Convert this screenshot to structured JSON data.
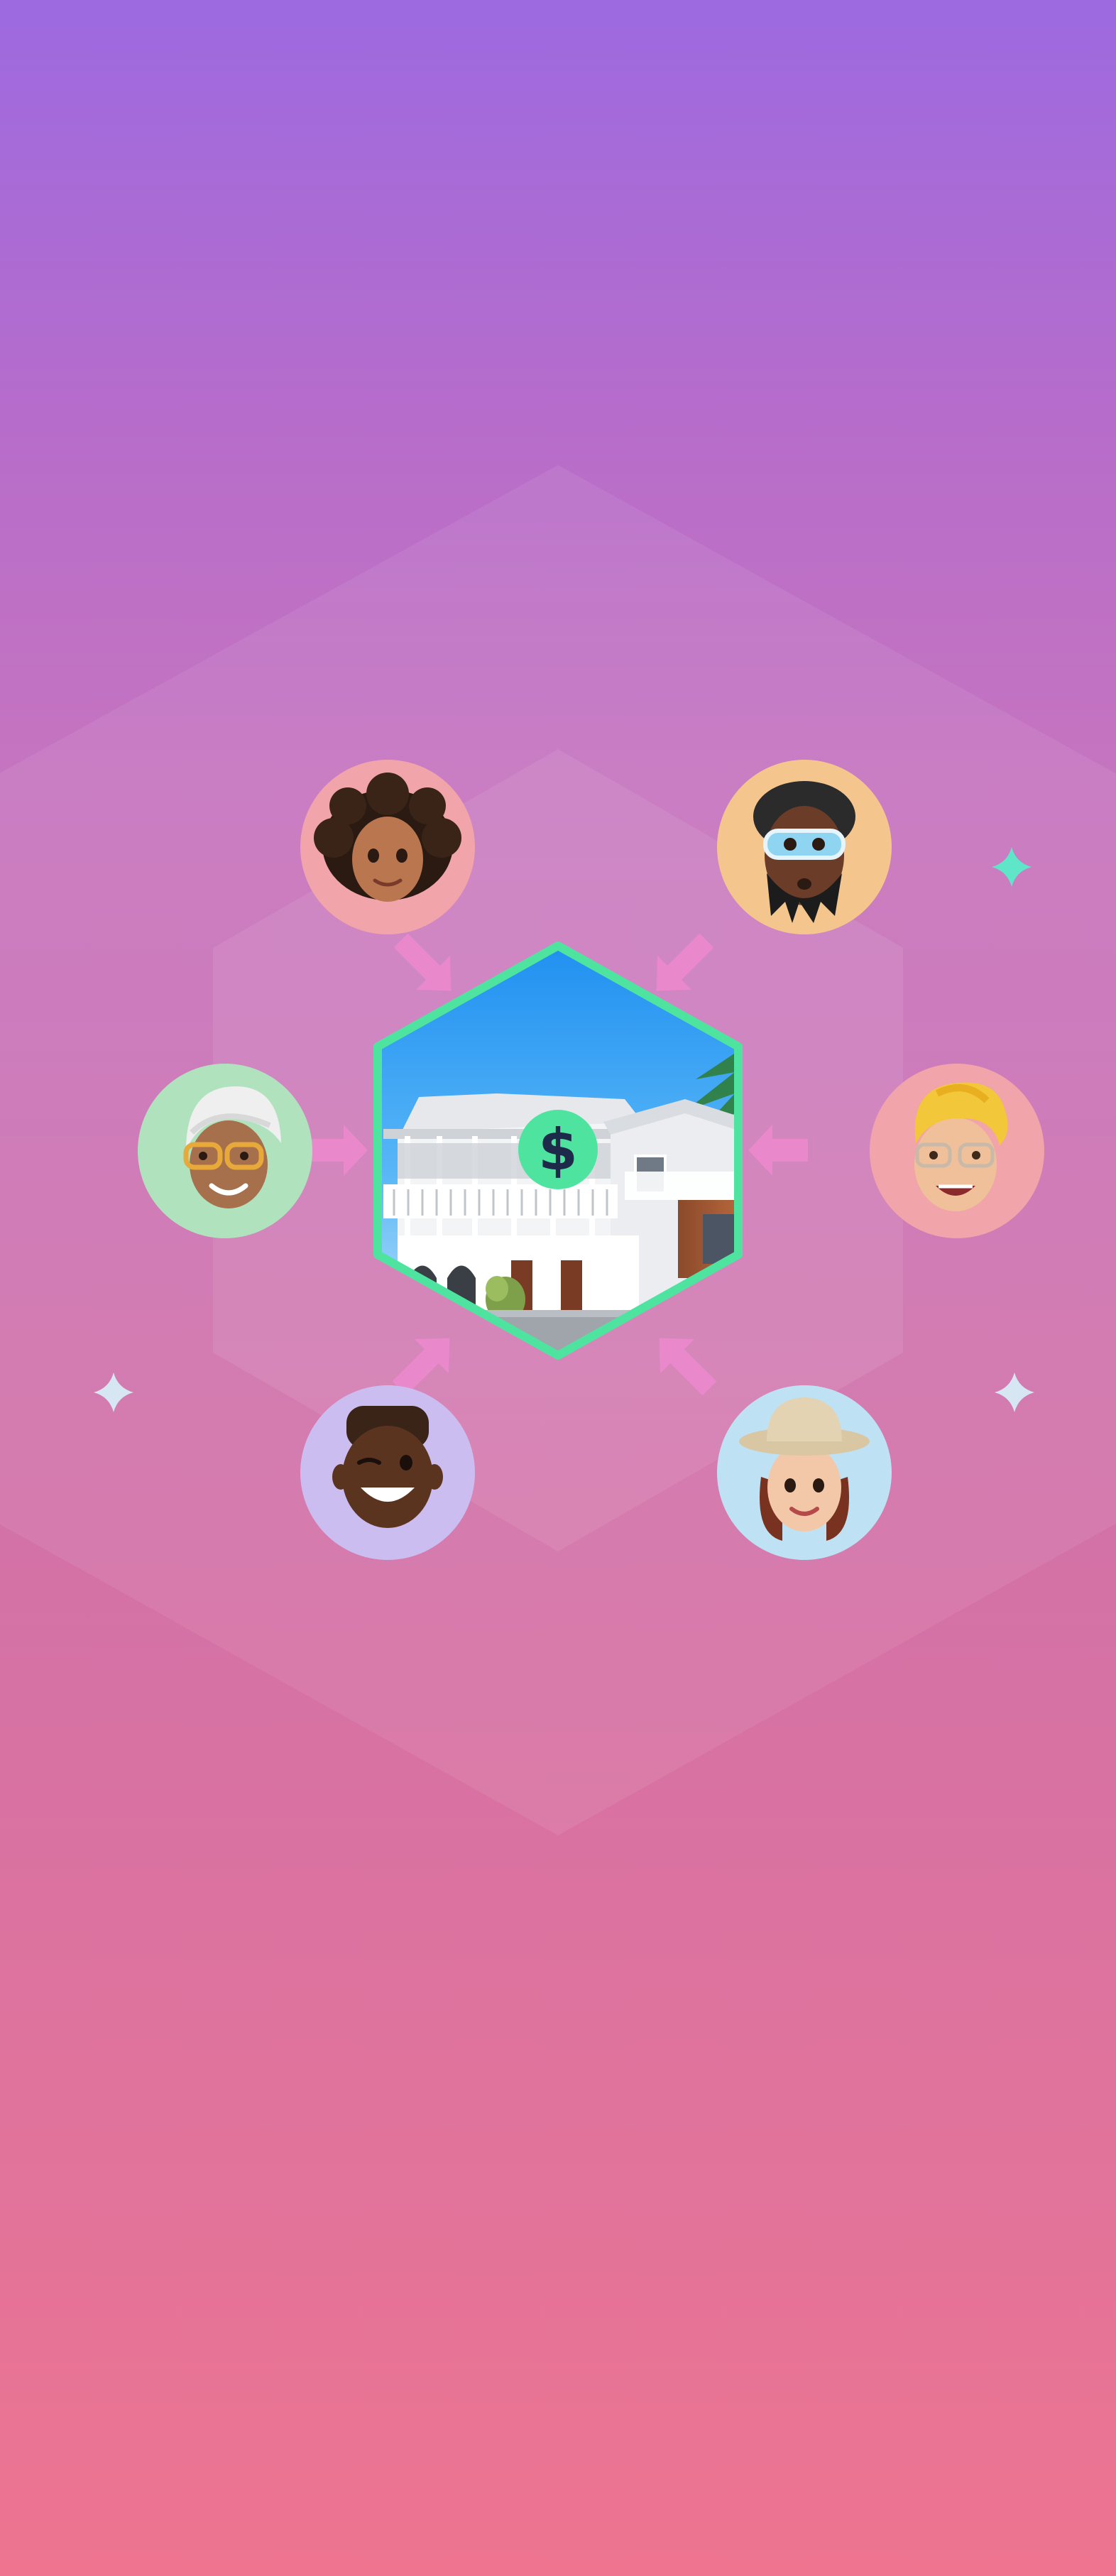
{
  "background": {
    "gradient_top": "#9d6ae0",
    "gradient_bottom": "#ee7490"
  },
  "center": {
    "image": "house-photo",
    "frame_color": "#4ee4a0",
    "badge": {
      "icon": "dollar-icon",
      "symbol": "$",
      "color": "#4ee4a0"
    }
  },
  "avatars": [
    {
      "id": "top-left",
      "icon": "memoji-curly-hair-icon",
      "bg": "#f1a4a9"
    },
    {
      "id": "top-right",
      "icon": "memoji-visor-icon",
      "bg": "#f4c68e"
    },
    {
      "id": "middle-left",
      "icon": "memoji-headwrap-glasses-icon",
      "bg": "#b1e2be"
    },
    {
      "id": "middle-right",
      "icon": "memoji-blonde-glasses-icon",
      "bg": "#f1a4a9"
    },
    {
      "id": "bottom-left",
      "icon": "memoji-wink-icon",
      "bg": "#ccbdf0"
    },
    {
      "id": "bottom-right",
      "icon": "memoji-bucket-hat-icon",
      "bg": "#bfe1f4"
    }
  ],
  "arrows": {
    "color": "#ea88cc",
    "icon": "arrow-inward-icon",
    "count": 6
  },
  "sparkles": [
    {
      "icon": "sparkle-icon",
      "color": "#5fe6c8"
    },
    {
      "icon": "sparkle-icon",
      "color": "#d6e6f2"
    },
    {
      "icon": "sparkle-icon",
      "color": "#d6e6f2"
    }
  ]
}
